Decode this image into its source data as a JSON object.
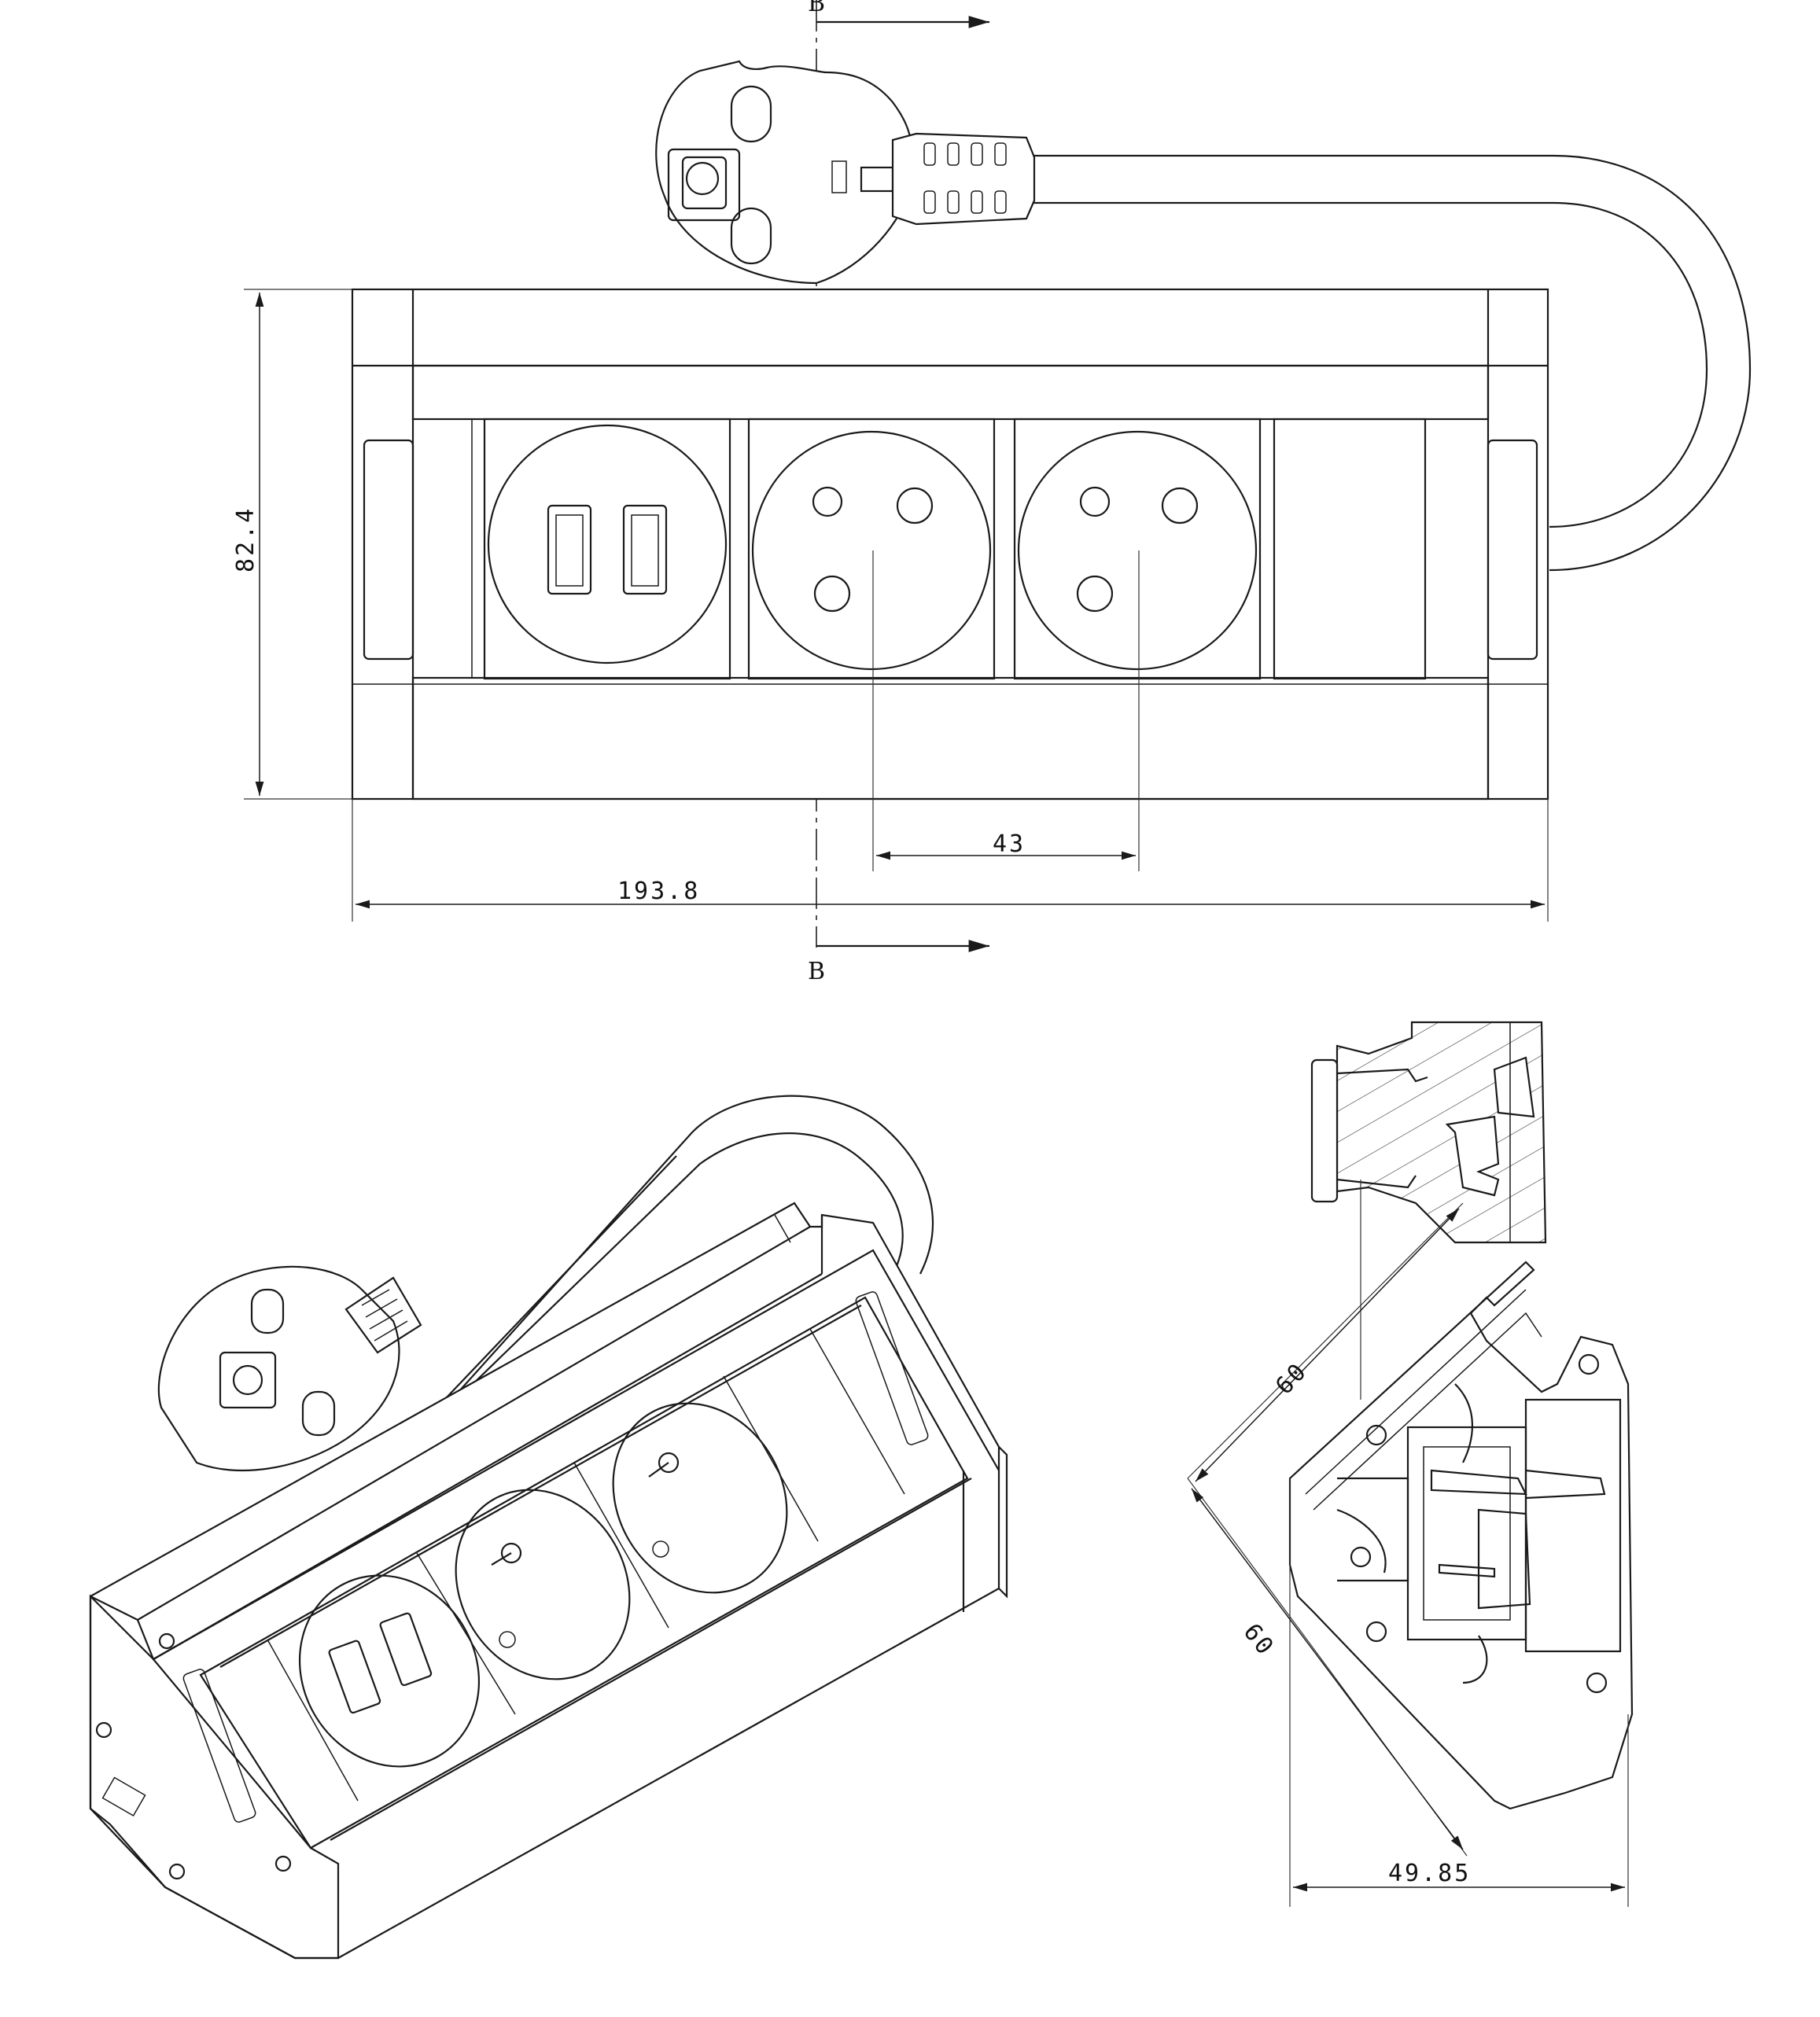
{
  "views": {
    "front": {
      "dim_height": "82.4",
      "dim_socket_pitch": "43",
      "dim_width": "193.8",
      "section_top": "B",
      "section_bottom": "B"
    },
    "side": {
      "dim_upper": "60",
      "dim_lower": "60",
      "dim_depth": "49.85"
    }
  }
}
